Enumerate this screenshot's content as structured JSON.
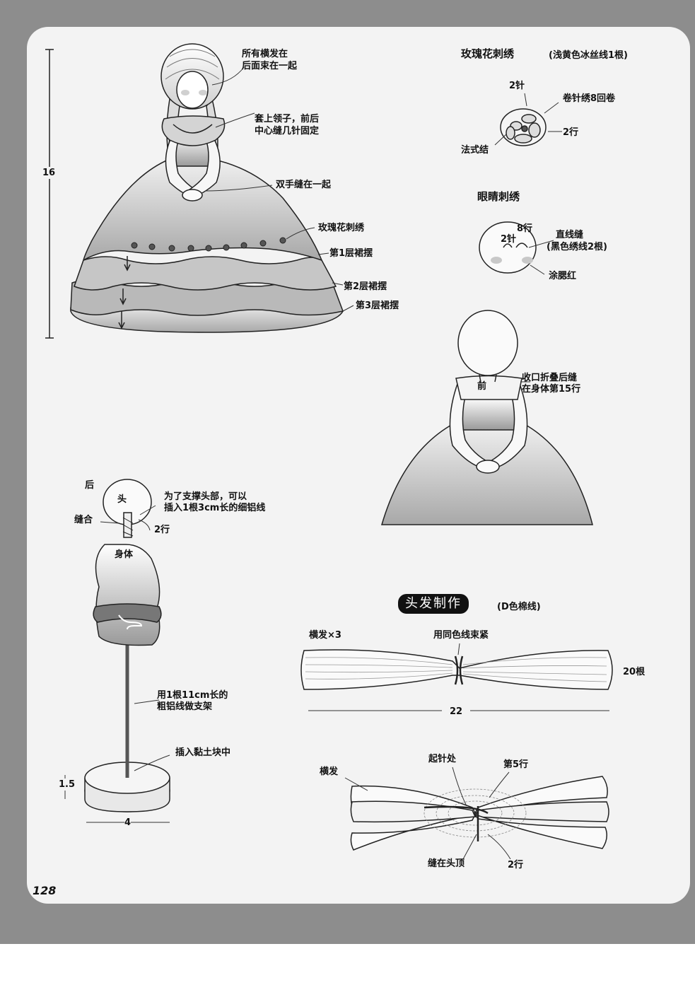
{
  "doll_labels": {
    "hair_back": [
      "所有横发在",
      "后面束在一起"
    ],
    "collar": [
      "套上领子，前后",
      "中心缝几针固定"
    ],
    "hands": "双手缝在一起",
    "rose": "玫瑰花刺绣",
    "tier1": "第1层裙摆",
    "tier2": "第2层裙摆",
    "tier3": "第3层裙摆",
    "height": "16"
  },
  "rose_section": {
    "title": "玫瑰花刺绣",
    "note": "(浅黄色冰丝线1根)",
    "two_stitch": "2针",
    "bullion": "卷针绣8回卷",
    "two_rows": "2行",
    "french_knot": "法式结"
  },
  "eye_section": {
    "title": "眼睛刺绣",
    "eight_rows": "8行",
    "two_stitch": "2针",
    "straight": "直线缝",
    "thread": "(黑色绣线2根)",
    "blush": "涂腮红"
  },
  "front_figure": {
    "front": "前",
    "fold": [
      "收口折叠后缝",
      "在身体第15行"
    ]
  },
  "body_section": {
    "back": "后",
    "head": "头",
    "sew": "缝合",
    "support": [
      "为了支撑头部，可以",
      "插入1根3cm长的细铝线"
    ],
    "two_rows": "2行",
    "body": "身体",
    "frame": [
      "用1根11cm长的",
      "粗铝线做支架"
    ],
    "clay": "插入黏土块中",
    "base_height": "1.5",
    "base_width": "4"
  },
  "hair_section": {
    "title": "头发制作",
    "note": "(D色棉线)",
    "strands": "横发×3",
    "tie": "用同色线束紧",
    "count": "20根",
    "length": "22",
    "hair": "横发",
    "start": "起针处",
    "row5": "第5行",
    "sew_top": "缝在头顶",
    "two_rows": "2行"
  },
  "page_number": "128"
}
